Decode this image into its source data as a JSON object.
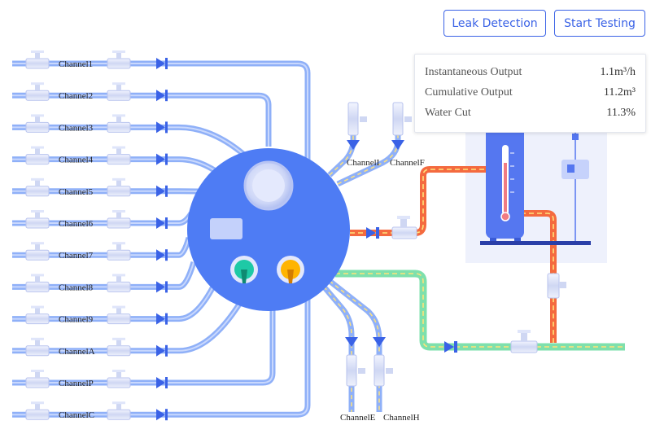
{
  "buttons": {
    "leak_detection": "Leak Detection",
    "start_testing": "Start Testing"
  },
  "metrics": [
    {
      "label": "Instantaneous Output",
      "value": "1.1m³/h"
    },
    {
      "label": "Cumulative Output",
      "value": "11.2m³"
    },
    {
      "label": "Water Cut",
      "value": "11.3%"
    }
  ],
  "left_channels": [
    "Channel1",
    "Channel2",
    "Channel3",
    "Channel4",
    "Channel5",
    "Channel6",
    "Channel7",
    "Channel8",
    "Channel9",
    "ChannelA",
    "ChannelP",
    "ChannelC"
  ],
  "top_channels": [
    "ChannelI",
    "ChannelF"
  ],
  "bottom_channels": [
    "ChannelE",
    "ChannelH"
  ],
  "colors": {
    "pipe_blue": "#8fb0f8",
    "hub": "#4e7cf4",
    "pipe_red": "#f46a3f",
    "pipe_green": "#7ee0ac",
    "valve_blue": "#3a62e6",
    "tank": "#5577f0",
    "accent": "#3a62e6"
  }
}
